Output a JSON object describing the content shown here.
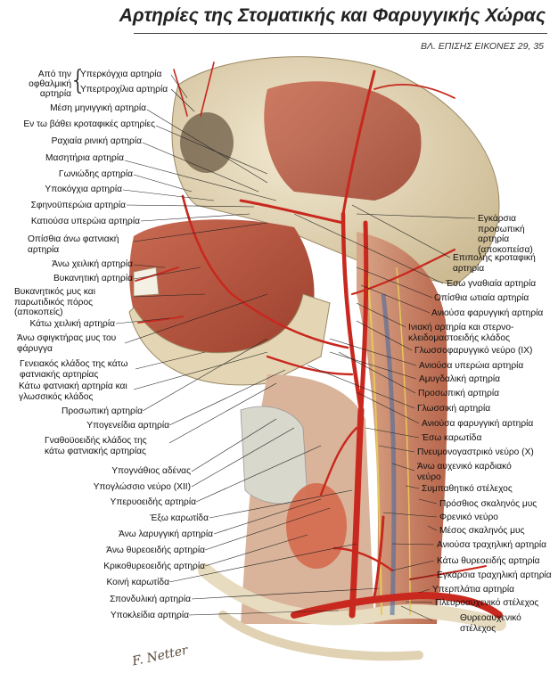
{
  "header": {
    "title": "Αρτηρίες της Στοματικής και Φαρυγγικής Χώρας",
    "subtitle": "ΒΛ. ΕΠΙΣΗΣ ΕΙΚΟΝΕΣ 29, 35"
  },
  "left_labels": {
    "ophthalmic_group": "Από την οφθαλμική αρτηρία",
    "supraorbital": "Υπερκόγχια αρτηρία",
    "supratrochlear": "Υπερτροχίλια αρτηρία",
    "middle_meningeal": "Μέση μηνιγγική αρτηρία",
    "deep_temporal": "Εν τω βάθει κροταφικές αρτηρίες",
    "posterior_nasal": "Ραχιαία ρινική αρτηρία",
    "masseteric": "Μασητήρια αρτηρία",
    "angular": "Γωνιώδης αρτηρία",
    "infraorbital": "Υποκόγχια αρτηρία",
    "sphenopalatine": "Σφηνοϋπερώια αρτηρία",
    "descending_palatine": "Κατιούσα υπερώια αρτηρία",
    "posterior_superior_alveolar": "Οπίσθια άνω φατνιακή αρτηρία",
    "superior_labial": "Άνω χειλική αρτηρία",
    "buccal": "Βυκανητική αρτηρία",
    "buccinator_parotid": "Βυκανητικός μυς και παρωτιδικός πόρος (αποκοπείς)",
    "inferior_labial": "Κάτω χειλική αρτηρία",
    "superior_constrictor": "Άνω σφιγκτήρας μυς του φάρυγγα",
    "mental_branch": "Γενειακός κλάδος της κάτω φατνιακής αρτηρίας",
    "inferior_alveolar_lingual": "Κάτω φατνιακή αρτηρία και γλωσσικός κλάδος",
    "facial": "Προσωπική αρτηρία",
    "submental": "Υπογενείδια αρτηρία",
    "mylohyoid_branch": "Γναθοϋοειδής κλάδος της κάτω φατνιακής αρτηρίας",
    "submandibular_gland": "Υπογνάθιος αδένας",
    "hypoglossal_nerve": "Υπογλώσσιο νεύρο (XII)",
    "suprahyoid": "Υπερυοειδής αρτηρία",
    "external_carotid": "Έξω καρωτίδα",
    "superior_laryngeal": "Άνω λαρυγγική αρτηρία",
    "superior_thyroid": "Άνω θυρεοειδής αρτηρία",
    "cricothyroid": "Κρικοθυρεοειδής αρτηρία",
    "common_carotid": "Κοινή καρωτίδα",
    "vertebral": "Σπονδυλική αρτηρία",
    "subclavian": "Υποκλείδια αρτηρία"
  },
  "right_labels": {
    "transverse_facial": "Εγκάρσια προσωπική αρτηρία (αποκοπείσα)",
    "superficial_temporal": "Επιπολής κροταφική αρτηρία",
    "maxillary": "Έσω γναθιαία αρτηρία",
    "posterior_auricular": "Οπίσθια ωτιαία αρτηρία",
    "ascending_pharyngeal_1": "Ανιούσα φαρυγγική αρτηρία",
    "occipital_scm": "Ινιακή αρτηρία και στερνο-κλειδομαστοειδής κλάδος",
    "glossopharyngeal": "Γλωσσοφαρυγγικό νεύρο (IX)",
    "ascending_palatine": "Ανιούσα υπερώια αρτηρία",
    "tonsillar": "Αμυγδαλική αρτηρία",
    "facial_r": "Προσωπική αρτηρία",
    "lingual": "Γλωσσική αρτηρία",
    "ascending_pharyngeal_2": "Ανιούσα φαρυγγική αρτηρία",
    "internal_carotid": "Έσω καρωτίδα",
    "vagus": "Πνευμονογαστρικό νεύρο (X)",
    "superior_cardiac": "Άνω αυχενικό καρδιακό νεύρο",
    "sympathetic_trunk": "Συμπαθητικό στέλεχος",
    "anterior_scalene": "Πρόσθιος σκαληνός μυς",
    "phrenic": "Φρενικό νεύρο",
    "middle_scalene": "Μέσος σκαληνός μυς",
    "ascending_cervical": "Ανιούσα τραχηλική αρτηρία",
    "inferior_thyroid": "Κάτω θυρεοειδής αρτηρία",
    "transverse_cervical": "Εγκάρσια τραχηλική αρτηρία",
    "suprascapular": "Υπερπλάτια αρτηρία",
    "costocervical": "Πλευροαυχενικό στέλεχος",
    "thyrocervical": "Θυρεοαυχενικό στέλεχος"
  },
  "signature": "F. Netter",
  "colors": {
    "artery": "#c8281e",
    "muscle": "#b8553f",
    "bone": "#e8dcc0",
    "nerve": "#e6c85a",
    "vein": "#4a6aa0"
  }
}
